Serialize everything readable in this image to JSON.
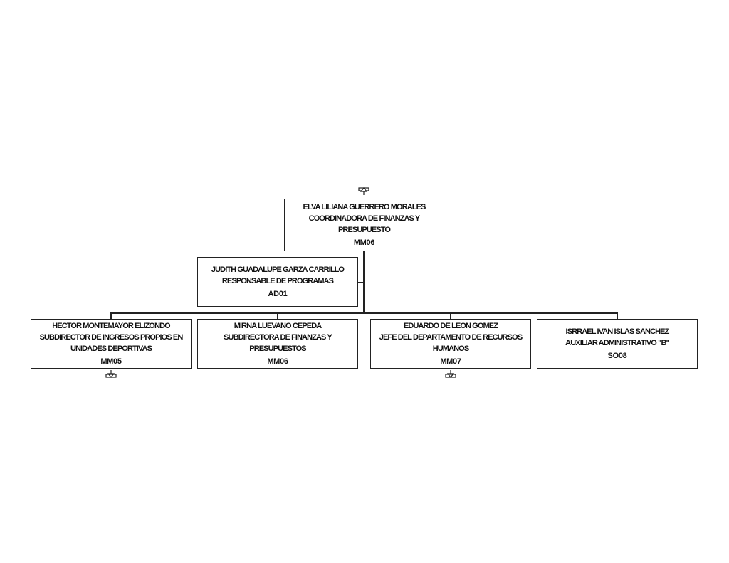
{
  "root": {
    "name": "ELVA LILIANA GUERRERO MORALES",
    "title": "COORDINADORA DE FINANZAS Y PRESUPUESTO",
    "code": "MM06"
  },
  "staff": {
    "name": "JUDITH GUADALUPE GARZA CARRILLO",
    "title": "RESPONSABLE DE PROGRAMAS",
    "code": "AD01"
  },
  "subordinates": [
    {
      "name": "HECTOR MONTEMAYOR ELIZONDO",
      "title": "SUBDIRECTOR DE INGRESOS PROPIOS EN UNIDADES DEPORTIVAS",
      "code": "MM05"
    },
    {
      "name": "MIRNA LUEVANO CEPEDA",
      "title": "SUBDIRECTORA DE FINANZAS Y PRESUPUESTOS",
      "code": "MM06"
    },
    {
      "name": "EDUARDO DE LEON GOMEZ",
      "title": "JEFE DEL DEPARTAMENTO DE RECURSOS HUMANOS",
      "code": "MM07"
    },
    {
      "name": "ISRRAEL IVAN ISLAS SANCHEZ",
      "title": "AUXILIAR ADMINISTRATIVO \"B\"",
      "code": "SO08"
    }
  ],
  "icons": {
    "up": "navigate-up-icon",
    "down": "navigate-down-icon"
  }
}
